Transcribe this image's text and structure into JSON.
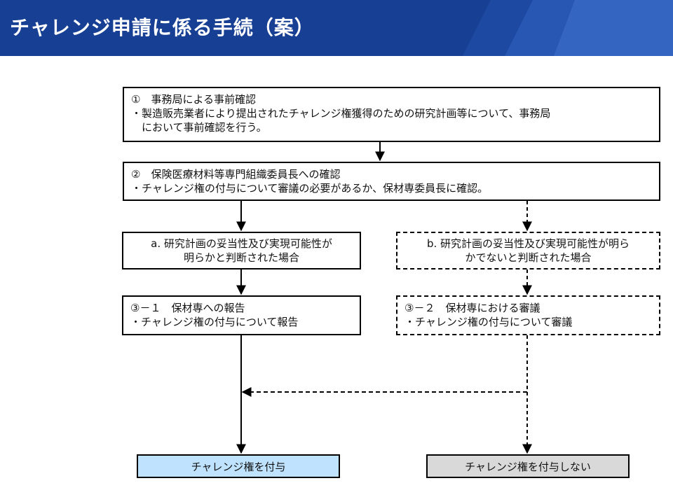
{
  "header": {
    "title": "チャレンジ申請に係る手続（案）"
  },
  "colors": {
    "header_bg": "#173f94",
    "grant_fill": "#bfe3ff",
    "deny_fill": "#d9d9d9"
  },
  "step1": {
    "title": "①　事務局による事前確認",
    "lines": [
      "・製造販売業者により提出されたチャレンジ権獲得のための研究計画等について、事務局",
      "　において事前確認を行う。"
    ]
  },
  "step2": {
    "title": "②　保険医療材料等専門組織委員長への確認",
    "lines": [
      "・チャレンジ権の付与について審議の必要があるか、保材専委員長に確認。"
    ]
  },
  "case_a": {
    "lines": [
      "a. 研究計画の妥当性及び実現可能性が",
      "明らかと判断された場合"
    ]
  },
  "case_b": {
    "lines": [
      "b. 研究計画の妥当性及び実現可能性が明ら",
      "かでないと判断された場合"
    ]
  },
  "step3_1": {
    "title": "③－１　保材専への報告",
    "lines": [
      "・チャレンジ権の付与について報告"
    ]
  },
  "step3_2": {
    "title": "③－２　保材専における審議",
    "lines": [
      "・チャレンジ権の付与について審議"
    ]
  },
  "result_grant": {
    "label": "チャレンジ権を付与"
  },
  "result_deny": {
    "label": "チャレンジ権を付与しない"
  }
}
